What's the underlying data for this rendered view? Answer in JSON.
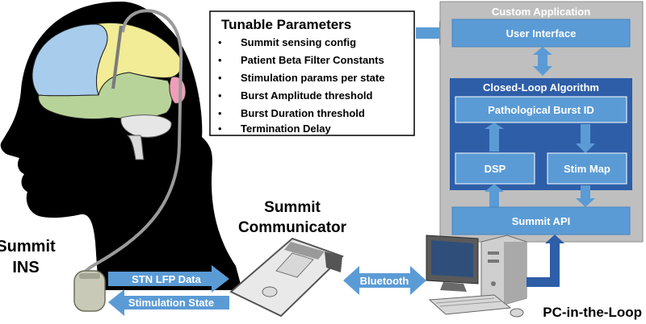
{
  "tunable": {
    "title": "Tunable Parameters",
    "items": [
      "Summit sensing config",
      "Patient Beta Filter Constants",
      "Stimulation params per state",
      "Burst Amplitude threshold",
      "Burst Duration threshold",
      "Termination Delay"
    ]
  },
  "app": {
    "title": "Custom Application",
    "user_interface": "User Interface",
    "closed_loop_title": "Closed-Loop Algorithm",
    "burst_id": "Pathological Burst ID",
    "dsp": "DSP",
    "stim_map": "Stim Map",
    "summit_api": "Summit API"
  },
  "labels": {
    "ins_line1": "Summit",
    "ins_line2": "INS",
    "communicator_line1": "Summit",
    "communicator_line2": "Communicator",
    "pc": "PC-in-the-Loop",
    "bluetooth": "Bluetooth",
    "stn_lfp": "STN LFP Data",
    "stim_state": "Stimulation State"
  },
  "colors": {
    "box_blue": "#5b9bd5",
    "dark_blue": "#2e5ea8",
    "gray_panel": "#bfbfbf"
  }
}
